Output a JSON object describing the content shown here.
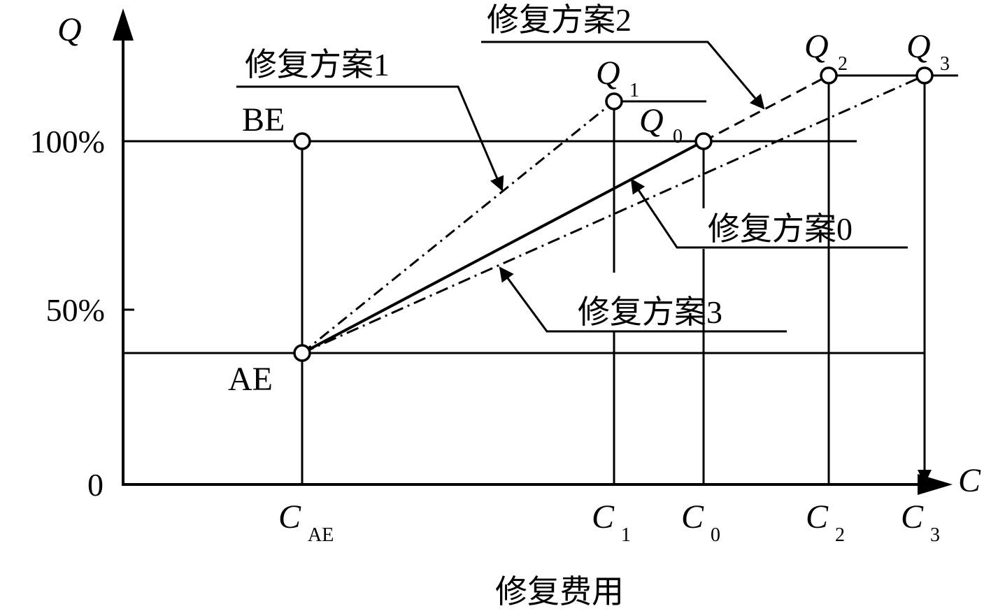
{
  "axes": {
    "y_symbol": "Q",
    "x_symbol": "C",
    "x_title": "修复费用",
    "y_ticks": [
      "100%",
      "50%",
      "0"
    ]
  },
  "points": {
    "be_label": "BE",
    "ae_label": "AE",
    "q1": {
      "base": "Q",
      "sub": "1"
    },
    "q0": {
      "base": "Q",
      "sub": "0"
    },
    "q2": {
      "base": "Q",
      "sub": "2"
    },
    "q3": {
      "base": "Q",
      "sub": "3"
    }
  },
  "x_ticks": {
    "cae": {
      "base": "C",
      "sub": "AE"
    },
    "c1": {
      "base": "C",
      "sub": "1"
    },
    "c0": {
      "base": "C",
      "sub": "0"
    },
    "c2": {
      "base": "C",
      "sub": "2"
    },
    "c3": {
      "base": "C",
      "sub": "3"
    }
  },
  "schemes": {
    "s0": "修复方案0",
    "s1": "修复方案1",
    "s2": "修复方案2",
    "s3": "修复方案3"
  },
  "colors": {
    "ink": "#000000",
    "background": "#ffffff"
  }
}
